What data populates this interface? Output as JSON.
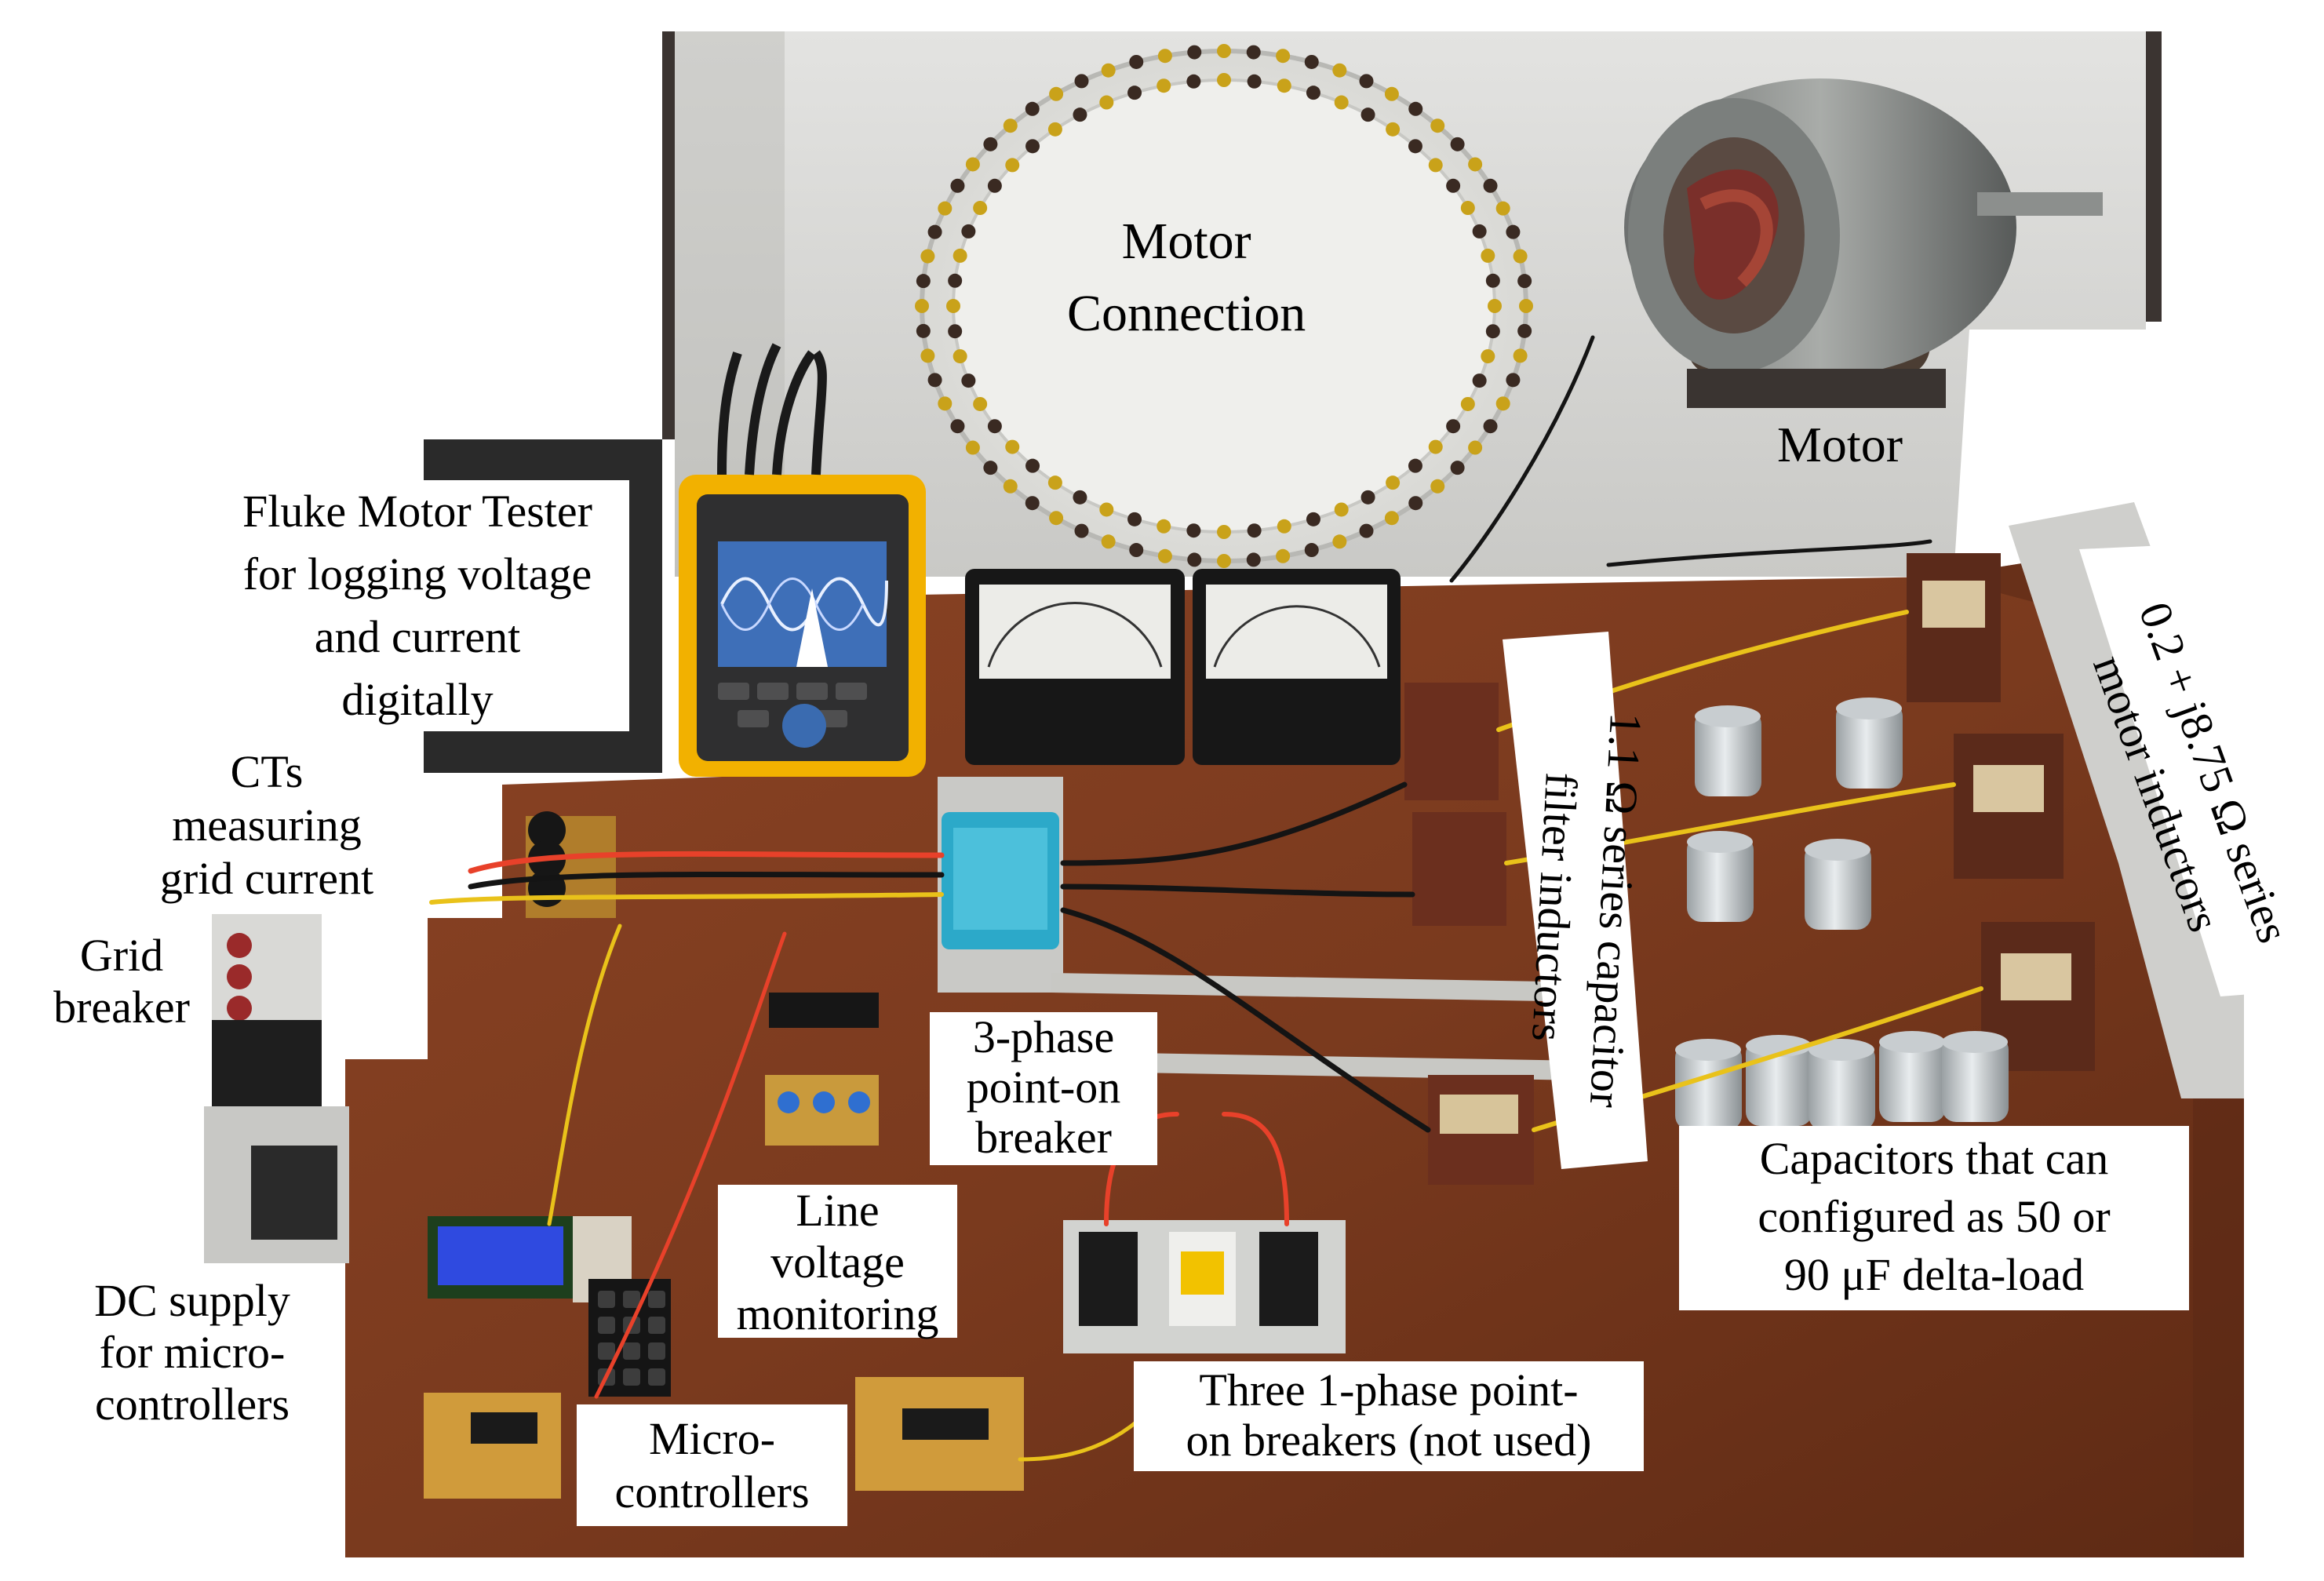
{
  "labels": {
    "motor_connection": [
      "Motor",
      "Connection"
    ],
    "motor": "Motor",
    "fluke": [
      "Fluke Motor Tester",
      "for logging voltage",
      "and current",
      "digitally"
    ],
    "cts": [
      "CTs",
      "measuring",
      "grid current"
    ],
    "grid_breaker": [
      "Grid",
      "breaker"
    ],
    "three_phase_breaker": [
      "3-phase",
      "point-on",
      "breaker"
    ],
    "capacitor_filter_inductors": [
      "1.1 Ω series capacitor",
      "filter inductors"
    ],
    "motor_inductors": [
      "0.2 + j8.75 Ω series",
      "motor inductors"
    ],
    "line_voltage": [
      "Line",
      "voltage",
      "monitoring"
    ],
    "capacitors": [
      "Capacitors that can",
      "configured as 50 or",
      "90 μF delta-load"
    ],
    "dc_supply": [
      "DC supply",
      "for micro-",
      "controllers"
    ],
    "microcontrollers": [
      "Micro-",
      "controllers"
    ],
    "single_phase_breakers": [
      "Three 1-phase point-",
      "on breakers (not used)"
    ]
  },
  "colors": {
    "table_wood": "#7a3a1e",
    "board_panel": "#d8d8d6",
    "cabinet": "#3a3330",
    "wire_red": "#e8412a",
    "wire_yellow": "#e9c21a",
    "wire_black": "#141414",
    "lcd_blue": "#2f4ae0",
    "breaker_blue": "#2ca9c9",
    "fluke_yellow": "#f2b100"
  }
}
